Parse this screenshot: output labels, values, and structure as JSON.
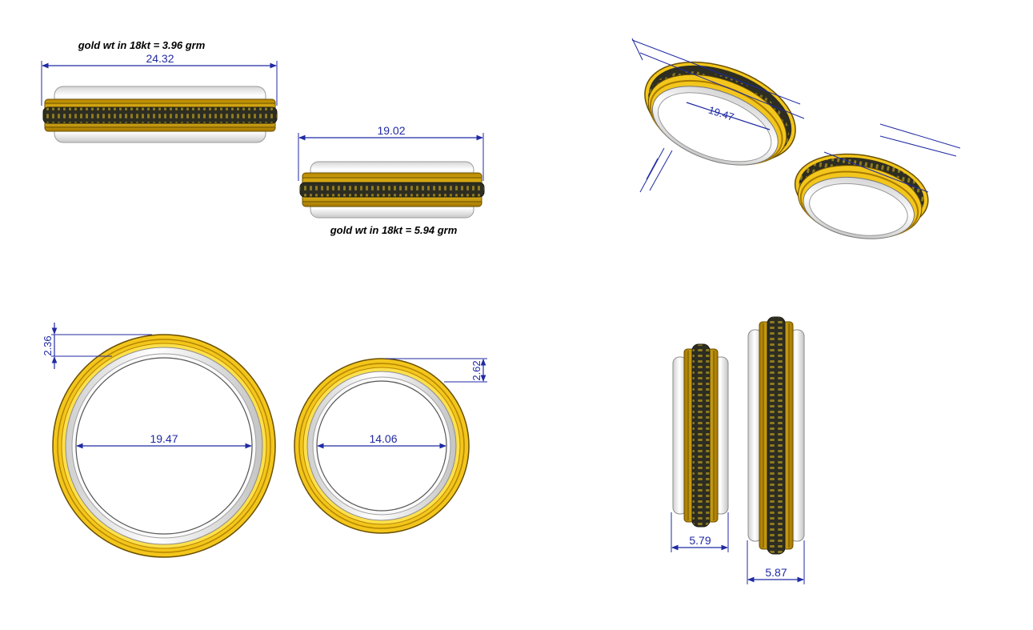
{
  "notes": {
    "weight_ring_1": "gold wt in 18kt = 3.96 grm",
    "weight_ring_2": "gold wt in 18kt = 5.94 grm"
  },
  "dimensions": {
    "front_large_width": "24.32",
    "front_small_width": "19.02",
    "large_inner_diameter": "19.47",
    "small_inner_diameter": "14.06",
    "large_thickness": "2.36",
    "small_thickness": "2.62",
    "side_small_width": "5.79",
    "side_large_width": "5.87",
    "iso_large_diameter": "19.47"
  },
  "colors": {
    "gold": "#e8b010",
    "gold_dark": "#a87a00",
    "gold_light": "#f7d850",
    "white_metal": "#f4f4f4",
    "dimension": "#1f2aa3",
    "bead_band": "#2b2b20"
  }
}
